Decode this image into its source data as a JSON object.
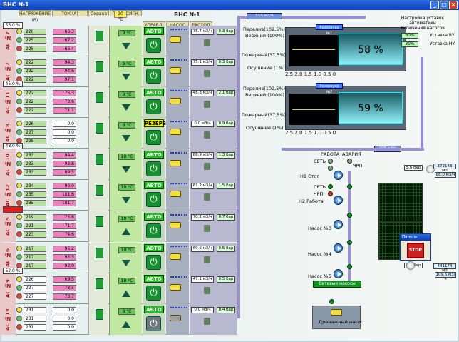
{
  "window": {
    "title": "ВНС №1",
    "btn_min": "_",
    "btn_max": "□",
    "btn_close": "×"
  },
  "header": {
    "vns": "ВНС №1",
    "temp": "20 °C",
    "nap": "НАПРЯЖЕНИЕ (В)",
    "tok": "ТОК (А)",
    "ohrana": "Охрана",
    "pozh": "ПОЖ. СИГН.",
    "uprav": "УПРАВЛ.",
    "nasos": "НАСОС",
    "rashod": "РАСХОД"
  },
  "levels": [
    "55.0 %",
    "45.0 %",
    "48.0 %",
    "",
    "52.0 %"
  ],
  "units": [
    {
      "name": "АС №7",
      "v": [
        "226",
        "225",
        "225"
      ],
      "i": [
        "66.3",
        "67.2",
        "65.4"
      ],
      "t": "9 °C",
      "mode": "АВТО",
      "flow": "75.7 м3/ч",
      "pres": "0.3 бар",
      "dir": "down"
    },
    {
      "name": "АС №7",
      "v": [
        "222",
        "222",
        "222"
      ],
      "i": [
        "94.3",
        "94.6",
        "97.1"
      ],
      "t": "9 °C",
      "mode": "АВТО",
      "flow": "75.1 м3/ч",
      "pres": "0.3 бар",
      "dir": "down"
    },
    {
      "name": "АС №11",
      "v": [
        "222",
        "222",
        "222"
      ],
      "i": [
        "75.3",
        "73.6",
        "71.1"
      ],
      "t": "9 °C",
      "mode": "АВТО",
      "flow": "48.3 м3/ч",
      "pres": "2.1 бар",
      "dir": "down"
    },
    {
      "name": "АС №8",
      "v": [
        "226",
        "227",
        "228"
      ],
      "i": [
        "0.0",
        "0.0",
        "0.0"
      ],
      "t": "8 °C",
      "mode": "РЕЗЕРВ",
      "flow": "0.0 м3/ч",
      "pres": "0.9 бар",
      "dir": "down"
    },
    {
      "name": "АС №10",
      "v": [
        "233",
        "233",
        "233"
      ],
      "i": [
        "94.4",
        "92.8",
        "89.5"
      ],
      "t": "10 °C",
      "mode": "АВТО",
      "flow": "86.9 м3/ч",
      "pres": "1.3 бар",
      "dir": "down"
    },
    {
      "name": "АС №12",
      "v": [
        "234",
        "235",
        "235"
      ],
      "i": [
        "96.0",
        "101.6",
        "101.7"
      ],
      "t": "10 °C",
      "mode": "АВТО",
      "flow": "81.2 м3/ч",
      "pres": "1.5 бар",
      "dir": "down"
    },
    {
      "name": "АС №5",
      "v": [
        "219",
        "221",
        "223"
      ],
      "i": [
        "75.8",
        "71.7",
        "74.6"
      ],
      "t": "10 °C",
      "mode": "АВТО",
      "flow": "70.2 м3/ч",
      "pres": "0.7 бар",
      "dir": "up"
    },
    {
      "name": "АС №6",
      "v": [
        "217",
        "217",
        "217"
      ],
      "i": [
        "95.2",
        "95.3",
        "92.0"
      ],
      "t": "10 °C",
      "mode": "АВТО",
      "flow": "69.6 м3/ч",
      "pres": "0.5 бар",
      "dir": "down"
    },
    {
      "name": "АС №9",
      "v": [
        "226",
        "227",
        "227"
      ],
      "i": [
        "69.5",
        "73.5",
        "73.7"
      ],
      "t": "10 °C",
      "mode": "АВТО",
      "flow": "47.1 м3/ч",
      "pres": "0.5 бар",
      "dir": "up"
    },
    {
      "name": "АС №13",
      "v": [
        "231",
        "231",
        "231"
      ],
      "i": [
        "0.0",
        "0.0",
        "0.0"
      ],
      "t": "8 °C",
      "mode": "АВТО",
      "flow": "0.0 м3/ч",
      "pres": "0.4 бар",
      "dir": "up"
    }
  ],
  "tanks": {
    "r1_name": "Резервуар №1",
    "r2_name": "Резервуар №2",
    "r1_pct": "58 %",
    "r2_pct": "59 %",
    "overflow": "Перелив(102,5%)",
    "upper": "Верхний (100%)",
    "fire": "Пожарный(37,5%)",
    "drain": "Осушение (1%)",
    "axis": "2.5 2.0 1.5 1.0 0.5 0",
    "flow_top": "555 м3/ч",
    "flow_mid": "198 м3/ч"
  },
  "settings": {
    "note": "Настройка уставок автоматики включения насосов",
    "v1": "60%",
    "l1": "Уставка ВУ",
    "v2": "30%",
    "l2": "Уставка НУ"
  },
  "station": {
    "rabota": "РАБОТА",
    "avaria": "АВАРИЯ",
    "set": "СЕТЬ",
    "chp": "ЧРП",
    "h1": "Н1 Стоп",
    "h2": "Н2 Работа",
    "n3": "Насос №3",
    "n4": "Насос №4",
    "n5": "Насос №5",
    "p1": "5,6 бар",
    "p2": "5,7 бар",
    "f1": "372143 м3",
    "f2": "88,0 м3/ч",
    "f3": "441174 м3",
    "f4": "109,6 м3/ч",
    "net_btn": "Сетевые насосы",
    "drain_pump": "Дренажный насос",
    "panel_title": "Панель",
    "stop": "STOP"
  }
}
